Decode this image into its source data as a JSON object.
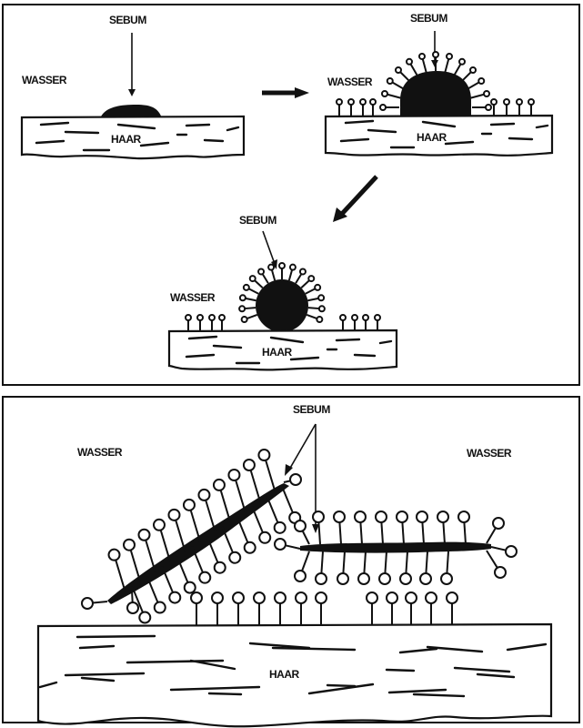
{
  "diagram": {
    "title": "",
    "panels": [
      {
        "id": "top",
        "stages": [
          {
            "id": "stage-1",
            "labels": {
              "water": "WASSER",
              "sebum": "SEBUM",
              "hair": "HAAR"
            },
            "description": "Sebum droplet sitting flat on hair surface in water"
          },
          {
            "id": "stage-2",
            "labels": {
              "water": "WASSER",
              "sebum": "SEBUM",
              "hair": "HAAR"
            },
            "description": "Surfactant molecules adsorb on hair and around the sebum hemisphere"
          },
          {
            "id": "stage-3",
            "labels": {
              "water": "WASSER",
              "sebum": "SEBUM",
              "hair": "HAAR"
            },
            "description": "Sebum rolls up into a sphere surrounded by surfactants (roll-up mechanism)"
          }
        ],
        "flow": [
          "stage-1",
          "stage-2",
          "stage-3"
        ]
      },
      {
        "id": "bottom",
        "labels": {
          "water_left": "WASSER",
          "water_right": "WASSER",
          "sebum": "SEBUM",
          "hair": "HAAR"
        },
        "description": "Elongated sebum films covered with surfactant molecules being lifted from the hair surface"
      }
    ],
    "colors": {
      "ink": "#111111",
      "paper": "#ffffff"
    }
  }
}
